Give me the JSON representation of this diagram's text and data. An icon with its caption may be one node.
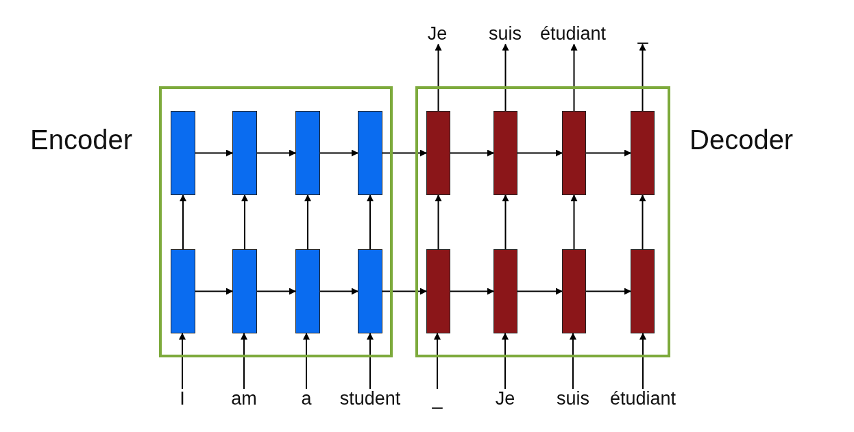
{
  "diagram": {
    "nodes": [
      {
        "text": [
          "Encoder"
        ]
      },
      {
        "text": [],
        "shape": "box",
        "in": 0
      },
      {
        "text": [],
        "shape": "box",
        "in": 0
      },
      {
        "text": [],
        "shape": "box",
        "in": 0
      },
      {
        "text": [],
        "shape": "box",
        "in": 0
      },
      {
        "text": [],
        "shape": "box",
        "in": 0
      },
      {
        "text": [],
        "shape": "box",
        "in": 0
      },
      {
        "text": [],
        "shape": "box",
        "in": 0
      },
      {
        "text": [],
        "shape": "box",
        "in": 0
      },
      {
        "text": [
          "Decoder"
        ]
      },
      {
        "text": [],
        "shape": "box",
        "in": 9
      },
      {
        "text": [],
        "shape": "box",
        "in": 9
      },
      {
        "text": [],
        "shape": "box",
        "in": 9
      },
      {
        "text": [],
        "shape": "box",
        "in": 9
      },
      {
        "text": [],
        "shape": "box",
        "in": 9
      },
      {
        "text": [],
        "shape": "box",
        "in": 9
      },
      {
        "text": [],
        "shape": "box",
        "in": 9
      },
      {
        "text": [],
        "shape": "box",
        "in": 9
      },
      {
        "text": [
          "Je"
        ]
      },
      {
        "text": [
          "suis"
        ]
      },
      {
        "text": [
          "étudiant"
        ]
      },
      {
        "text": [
          "_"
        ]
      },
      {
        "text": [
          "I"
        ]
      },
      {
        "text": [
          "am"
        ]
      },
      {
        "text": [
          "a"
        ]
      },
      {
        "text": [
          "student"
        ]
      },
      {
        "text": [
          "_"
        ]
      },
      {
        "text": [
          "Je"
        ]
      },
      {
        "text": [
          "suis"
        ]
      },
      {
        "text": [
          "étudiant"
        ]
      }
    ],
    "edges": [
      {
        "from": 22,
        "to": 5,
        "arrow": "to"
      },
      {
        "from": 23,
        "to": 6,
        "arrow": "to"
      },
      {
        "from": 24,
        "to": 7,
        "arrow": "to"
      },
      {
        "from": 25,
        "to": 8,
        "arrow": "to"
      },
      {
        "from": 26,
        "to": 14,
        "arrow": "to"
      },
      {
        "from": 27,
        "to": 15,
        "arrow": "to"
      },
      {
        "from": 28,
        "to": 16,
        "arrow": "to"
      },
      {
        "from": 29,
        "to": 17,
        "arrow": "to"
      },
      {
        "from": 5,
        "to": 1,
        "arrow": "to"
      },
      {
        "from": 6,
        "to": 2,
        "arrow": "to"
      },
      {
        "from": 7,
        "to": 3,
        "arrow": "to"
      },
      {
        "from": 8,
        "to": 4,
        "arrow": "to"
      },
      {
        "from": 14,
        "to": 10,
        "arrow": "to"
      },
      {
        "from": 15,
        "to": 11,
        "arrow": "to"
      },
      {
        "from": 16,
        "to": 12,
        "arrow": "to"
      },
      {
        "from": 17,
        "to": 13,
        "arrow": "to"
      },
      {
        "from": 1,
        "to": 2,
        "arrow": "to"
      },
      {
        "from": 2,
        "to": 3,
        "arrow": "to"
      },
      {
        "from": 3,
        "to": 4,
        "arrow": "to"
      },
      {
        "from": 4,
        "to": 10,
        "arrow": "to"
      },
      {
        "from": 10,
        "to": 11,
        "arrow": "to"
      },
      {
        "from": 11,
        "to": 12,
        "arrow": "to"
      },
      {
        "from": 12,
        "to": 13,
        "arrow": "to"
      },
      {
        "from": 5,
        "to": 6,
        "arrow": "to"
      },
      {
        "from": 6,
        "to": 7,
        "arrow": "to"
      },
      {
        "from": 7,
        "to": 8,
        "arrow": "to"
      },
      {
        "from": 8,
        "to": 14,
        "arrow": "to"
      },
      {
        "from": 14,
        "to": 15,
        "arrow": "to"
      },
      {
        "from": 15,
        "to": 16,
        "arrow": "to"
      },
      {
        "from": 16,
        "to": 17,
        "arrow": "to"
      },
      {
        "from": 10,
        "to": 18,
        "arrow": "to"
      },
      {
        "from": 11,
        "to": 19,
        "arrow": "to"
      },
      {
        "from": 12,
        "to": 20,
        "arrow": "to"
      },
      {
        "from": 13,
        "to": 21,
        "arrow": "to"
      }
    ]
  }
}
